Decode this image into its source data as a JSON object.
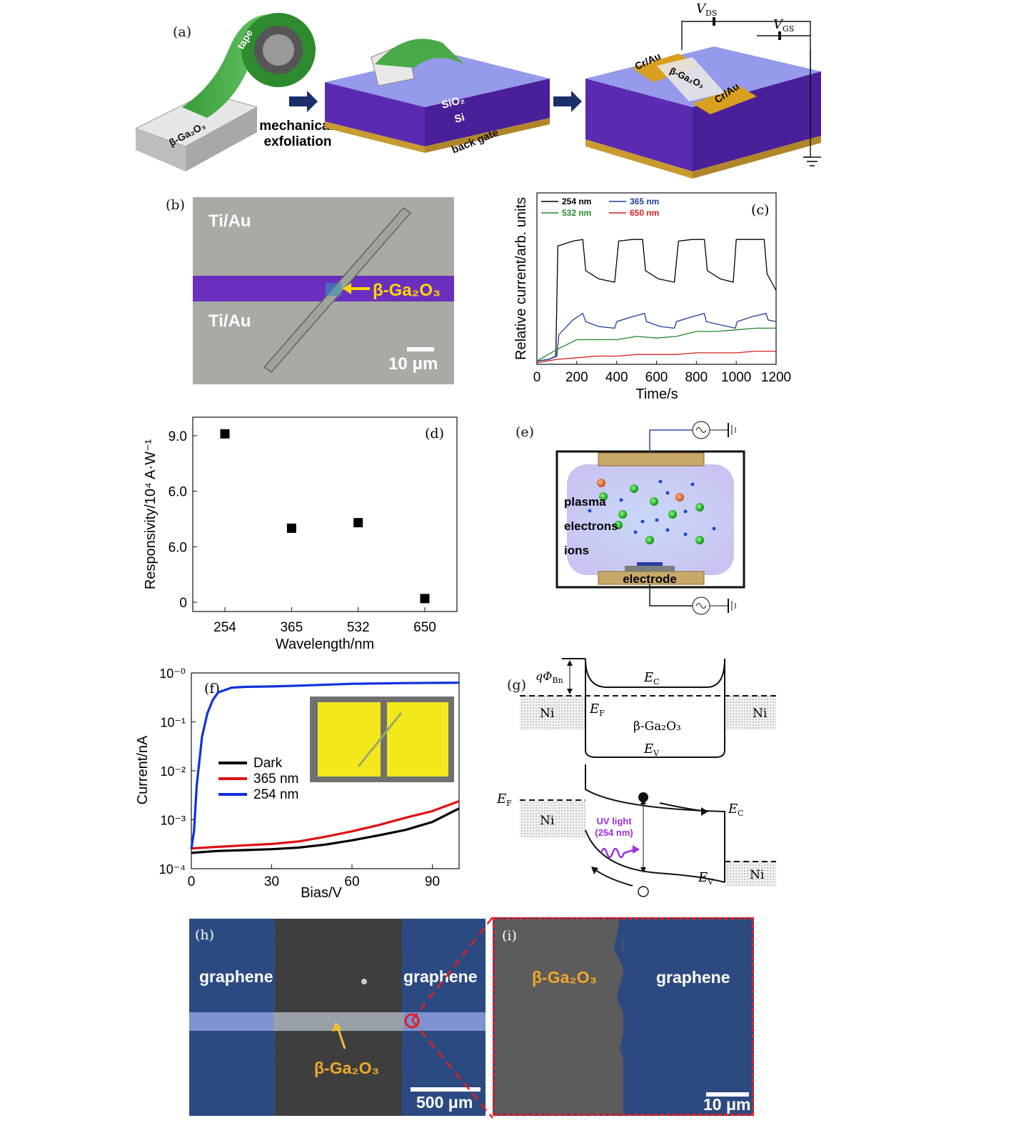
{
  "figure": {
    "panel_labels": {
      "a": "(a)",
      "b": "(b)",
      "c": "(c)",
      "d": "(d)",
      "e": "(e)",
      "f": "(f)",
      "g": "(g)",
      "h": "(h)",
      "i": "(i)"
    }
  },
  "panel_a": {
    "tape": "tape",
    "crystal": "β-Ga₂O₃",
    "step1_line1": "mechanical",
    "step1_line2": "exfoliation",
    "sio2": "SiO₂",
    "si": "Si",
    "back_gate": "back gate",
    "electrode_left": "Cr/Au",
    "electrode_right": "Cr/Au",
    "channel": "β-Ga₂O₃",
    "vds": "V",
    "vds_sub": "DS",
    "vgs": "V",
    "vgs_sub": "GS"
  },
  "panel_b": {
    "top_label": "Ti/Au",
    "bottom_label": "Ti/Au",
    "flake_label": "β-Ga₂O₃",
    "scale_bar": "10 μm"
  },
  "panel_c": {
    "colors": {
      "254 nm": "#000000",
      "365 nm": "#1f3f9a",
      "532 nm": "#1f8a2a",
      "650 nm": "#d42020"
    }
  },
  "panel_d": {
    "colors": {
      "marker": "#000000"
    }
  },
  "panel_e": {
    "plasma": "plasma",
    "electrons": "electrons",
    "ions": "ions",
    "electrode": "electrode"
  },
  "panel_f": {
    "colors": {
      "Dark": "#000000",
      "365 nm": "#e01010",
      "254 nm": "#1030e0"
    }
  },
  "panel_g": {
    "phi": "qΦ",
    "phi_sub": "Bn",
    "ec": "E",
    "ec_sub": "C",
    "ef": "E",
    "ef_sub": "F",
    "ev": "E",
    "ev_sub": "V",
    "material": "β-Ga₂O₃",
    "ni_left": "Ni",
    "ni_right": "Ni",
    "uv_line1": "UV light",
    "uv_line2": "(254 nm)",
    "ef2": "E",
    "ef2_sub": "F",
    "ec2": "E",
    "ec2_sub": "C",
    "ev2": "E",
    "ev2_sub": "V",
    "ni_left2": "Ni",
    "ni_right2": "Ni"
  },
  "panel_h": {
    "left": "graphene",
    "right": "graphene",
    "flake": "β-Ga₂O₃",
    "scale_bar": "500 μm"
  },
  "panel_i": {
    "left": "β-Ga₂O₃",
    "right": "graphene",
    "scale_bar": "10 μm"
  },
  "chart_data": [
    {
      "id": "c",
      "type": "line",
      "xlabel": "Time/s",
      "ylabel": "Relative current/arb. units",
      "xlim": [
        0,
        1200
      ],
      "x_ticks": [
        "0",
        "200",
        "400",
        "600",
        "800",
        "1000",
        "1200"
      ],
      "legend_placement": "top-left",
      "series": [
        {
          "name": "254 nm",
          "x": [
            0,
            60,
            95,
            105,
            180,
            230,
            245,
            310,
            390,
            410,
            480,
            530,
            545,
            610,
            690,
            710,
            780,
            840,
            855,
            920,
            985,
            1000,
            1070,
            1140,
            1155,
            1200
          ],
          "y": [
            0.02,
            0.03,
            0.05,
            0.72,
            0.75,
            0.76,
            0.57,
            0.52,
            0.5,
            0.75,
            0.76,
            0.76,
            0.57,
            0.52,
            0.5,
            0.75,
            0.76,
            0.76,
            0.57,
            0.52,
            0.5,
            0.76,
            0.76,
            0.76,
            0.55,
            0.45
          ]
        },
        {
          "name": "365 nm",
          "x": [
            0,
            60,
            100,
            110,
            180,
            230,
            245,
            310,
            390,
            400,
            480,
            540,
            550,
            620,
            690,
            700,
            780,
            840,
            850,
            920,
            995,
            1005,
            1080,
            1150,
            1160,
            1200
          ],
          "y": [
            0.02,
            0.03,
            0.05,
            0.18,
            0.27,
            0.31,
            0.26,
            0.23,
            0.22,
            0.26,
            0.29,
            0.31,
            0.26,
            0.23,
            0.22,
            0.26,
            0.29,
            0.31,
            0.26,
            0.24,
            0.22,
            0.26,
            0.29,
            0.31,
            0.27,
            0.26
          ]
        },
        {
          "name": "532 nm",
          "x": [
            0,
            100,
            200,
            300,
            400,
            500,
            600,
            700,
            800,
            900,
            1000,
            1100,
            1200
          ],
          "y": [
            0.02,
            0.09,
            0.15,
            0.15,
            0.15,
            0.17,
            0.16,
            0.17,
            0.2,
            0.2,
            0.21,
            0.22,
            0.22
          ]
        },
        {
          "name": "650 nm",
          "x": [
            0,
            100,
            200,
            300,
            400,
            500,
            600,
            700,
            800,
            900,
            1000,
            1100,
            1200
          ],
          "y": [
            0.01,
            0.03,
            0.04,
            0.05,
            0.05,
            0.06,
            0.06,
            0.06,
            0.07,
            0.07,
            0.07,
            0.08,
            0.08
          ]
        }
      ]
    },
    {
      "id": "d",
      "type": "scatter",
      "xlabel": "Wavelength/nm",
      "ylabel": "Responsivity/10⁴ A·W⁻¹",
      "categories": [
        "254",
        "365",
        "532",
        "650"
      ],
      "y_ticks": [
        "9.0",
        "6.0",
        "6.0",
        "0"
      ],
      "series": [
        {
          "values": [
            9.1,
            4.0,
            4.3,
            0.2
          ]
        }
      ],
      "ylim": [
        -0.5,
        10
      ]
    },
    {
      "id": "f",
      "type": "line",
      "xlabel": "Bias/V",
      "ylabel": "Current/nA",
      "xlim": [
        0,
        100
      ],
      "x_ticks": [
        "0",
        "30",
        "60",
        "90"
      ],
      "ylim_log10": [
        -4,
        0
      ],
      "y_ticks": [
        "10⁻⁰",
        "10⁻¹",
        "10⁻²",
        "10⁻³",
        "10⁻⁴"
      ],
      "legend_placement": "center-left",
      "series": [
        {
          "name": "Dark",
          "x": [
            0,
            5,
            10,
            20,
            30,
            40,
            50,
            60,
            70,
            80,
            90,
            100
          ],
          "y": [
            0.00021,
            0.00022,
            0.00023,
            0.00024,
            0.00025,
            0.00027,
            0.00031,
            0.00038,
            0.00048,
            0.00062,
            0.0009,
            0.0017
          ]
        },
        {
          "name": "365 nm",
          "x": [
            0,
            5,
            10,
            20,
            30,
            40,
            50,
            60,
            70,
            80,
            90,
            100
          ],
          "y": [
            0.00026,
            0.00027,
            0.00028,
            0.0003,
            0.00032,
            0.00036,
            0.00045,
            0.00058,
            0.00078,
            0.0011,
            0.0015,
            0.0024
          ]
        },
        {
          "name": "254 nm",
          "x": [
            0,
            1,
            2,
            4,
            6,
            8,
            10,
            15,
            20,
            30,
            40,
            60,
            80,
            100
          ],
          "y": [
            0.00025,
            0.0006,
            0.005,
            0.05,
            0.15,
            0.28,
            0.4,
            0.5,
            0.52,
            0.53,
            0.55,
            0.6,
            0.62,
            0.63
          ]
        }
      ]
    }
  ]
}
